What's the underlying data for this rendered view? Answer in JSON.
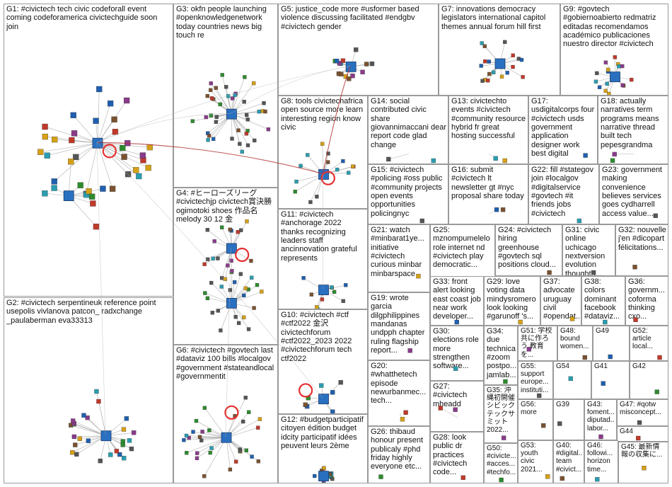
{
  "colors": {
    "border": "#9a9a9a",
    "edge": "#b0b0b0",
    "highlight_edge": "#b03030",
    "self_loop": "#e53030",
    "node_palette": [
      "#1f5fae",
      "#2e8b2e",
      "#8a3b8a",
      "#c0392b",
      "#d4a017",
      "#2a9db0",
      "#555555",
      "#7a5230"
    ]
  },
  "groups": [
    {
      "id": "G1",
      "label": "G1: #civictech tech civic codeforall event coming codeforamerica civictechguide soon join"
    },
    {
      "id": "G2",
      "label": "G2: #civictech serpentineuk reference point usepolis vivlanova patcon_ radxchange _paulaberman eva33313"
    },
    {
      "id": "G3",
      "label": "G3: okfn people launching #openknowledgenetwork today countries news big touch re"
    },
    {
      "id": "G4",
      "label": "G4: #ヒーローズリーグ #civictechjp civictech賞決勝 ogimotoki shoes 作品名 melody 30 12 金"
    },
    {
      "id": "G5",
      "label": "G5: justice_code more #usformer based violence discussing facilitated #endgbv #civictech gender"
    },
    {
      "id": "G6",
      "label": "G6: #civictech #govtech last #dataviz 100 bills #localgov #government #stateandlocal #governmentit"
    },
    {
      "id": "G7",
      "label": "G7: innovations democracy legislators international capitol themes annual forum hill first"
    },
    {
      "id": "G8",
      "label": "G8: tools civictechafrica open source more learn interesting region know civic"
    },
    {
      "id": "G9",
      "label": "G9: #govtech #gobiernoabierto redmatriz editadas recomendamos académico publicaciones nuestro director #civictech"
    },
    {
      "id": "G10",
      "label": "G10: #civictech #ctf #ctf2022 金沢 civictechforum #ctf2022_2023 2022 #civictechforum tech ctf2022"
    },
    {
      "id": "G11",
      "label": "G11: #civictech #anchorage 2022 thanks recognizing leaders staff ancinnovation grateful represents"
    },
    {
      "id": "G12",
      "label": "G12: #budgetparticipatif citoyen édition budget idcity participatif idées peuvent leurs 2ème"
    },
    {
      "id": "G13",
      "label": "G13: civictechto events #civictech #community resource hybrid fr great hosting successful"
    },
    {
      "id": "G14",
      "label": "G14: social contributed civic share giovannimaccani dear report code glad change"
    },
    {
      "id": "G15",
      "label": "G15: #civictech #policing #oss public #community projects open events opportunities policingnyc"
    },
    {
      "id": "G16",
      "label": "G16: submit #civictech lt newsletter gt #nyc proposal share today"
    },
    {
      "id": "G17",
      "label": "G17: usdigitalcorps four #civictech usds government application designer work best digital"
    },
    {
      "id": "G18",
      "label": "G18: actually narratives term programs means narrative thread built tech pepesgrandma"
    },
    {
      "id": "G19",
      "label": "G19: wrote garcia dilgphilippines mandanas undpph chapter ruling flagship report..."
    },
    {
      "id": "G20",
      "label": "G20: #whatthetech episode newurbanmec... tech..."
    },
    {
      "id": "G21",
      "label": "G21: watch #minbarat1ye... initiative #civictech curious minbar minbarspace"
    },
    {
      "id": "G22",
      "label": "G22: fill #stategov join #localgov #digitalservice #govtech #it friends jobs #civictech"
    },
    {
      "id": "G23",
      "label": "G23: government making convenience believes services goes cydharrell access value..."
    },
    {
      "id": "G24",
      "label": "G24: #civictech hiring greenhouse #govtech sql positions cloud..."
    },
    {
      "id": "G25",
      "label": "G25: mznompumelelo role internet nd #civictech play democratic..."
    },
    {
      "id": "G26",
      "label": "G26: thibaud honour present publicaly #phd friday highly everyone etc..."
    },
    {
      "id": "G27",
      "label": "G27: #civictech mheadd"
    },
    {
      "id": "G28",
      "label": "G28: look public dr practices #civictech code..."
    },
    {
      "id": "G29",
      "label": "G29: love voting data mindysromero look looking #garunoff 's..."
    },
    {
      "id": "G30",
      "label": "G30: elections role more strengthen software..."
    },
    {
      "id": "G31",
      "label": "G31: civic online uchicago nextversion evolution thoughts..."
    },
    {
      "id": "G32",
      "label": "G32: nouvelle j'en #dicopart félicitations..."
    },
    {
      "id": "G33",
      "label": "G33: front alert looking east coast job near work developer..."
    },
    {
      "id": "G34",
      "label": "G34: due technical #zoom postpo... jamlab..."
    },
    {
      "id": "G35",
      "label": "G35: 沖縄初開催 シビック テックサ ミット 2022..."
    },
    {
      "id": "G36",
      "label": "G36: governm... coforma thinking cxo..."
    },
    {
      "id": "G37",
      "label": "G37: advocate uruguay civil #opendat..."
    },
    {
      "id": "G38",
      "label": "G38: colors dominant facebook #dataviz..."
    },
    {
      "id": "G39",
      "label": "G39"
    },
    {
      "id": "G40",
      "label": "G40: #digital... team #civict..."
    },
    {
      "id": "G41",
      "label": "G41"
    },
    {
      "id": "G42",
      "label": "G42"
    },
    {
      "id": "G43",
      "label": "G43: foment... diputad... labor..."
    },
    {
      "id": "G44",
      "label": "G44"
    },
    {
      "id": "G45",
      "label": "G45: 最新情報の収集に..."
    },
    {
      "id": "G46",
      "label": "G46: followi... horizon time..."
    },
    {
      "id": "G47",
      "label": "G47: #qotw misconcept..."
    },
    {
      "id": "G48",
      "label": "G48: bound women..."
    },
    {
      "id": "G49",
      "label": "G49"
    },
    {
      "id": "G50",
      "label": "G50: #civicte... #acces... #techfo..."
    },
    {
      "id": "G51",
      "label": "G51: 学校 共に作ろう 教育を..."
    },
    {
      "id": "G52",
      "label": "G52: article local..."
    },
    {
      "id": "G53",
      "label": "G53: youth civic 2021..."
    },
    {
      "id": "G54",
      "label": "G54"
    },
    {
      "id": "G55",
      "label": "G55: support europe... instituti..."
    },
    {
      "id": "G56",
      "label": "G56: more"
    }
  ]
}
